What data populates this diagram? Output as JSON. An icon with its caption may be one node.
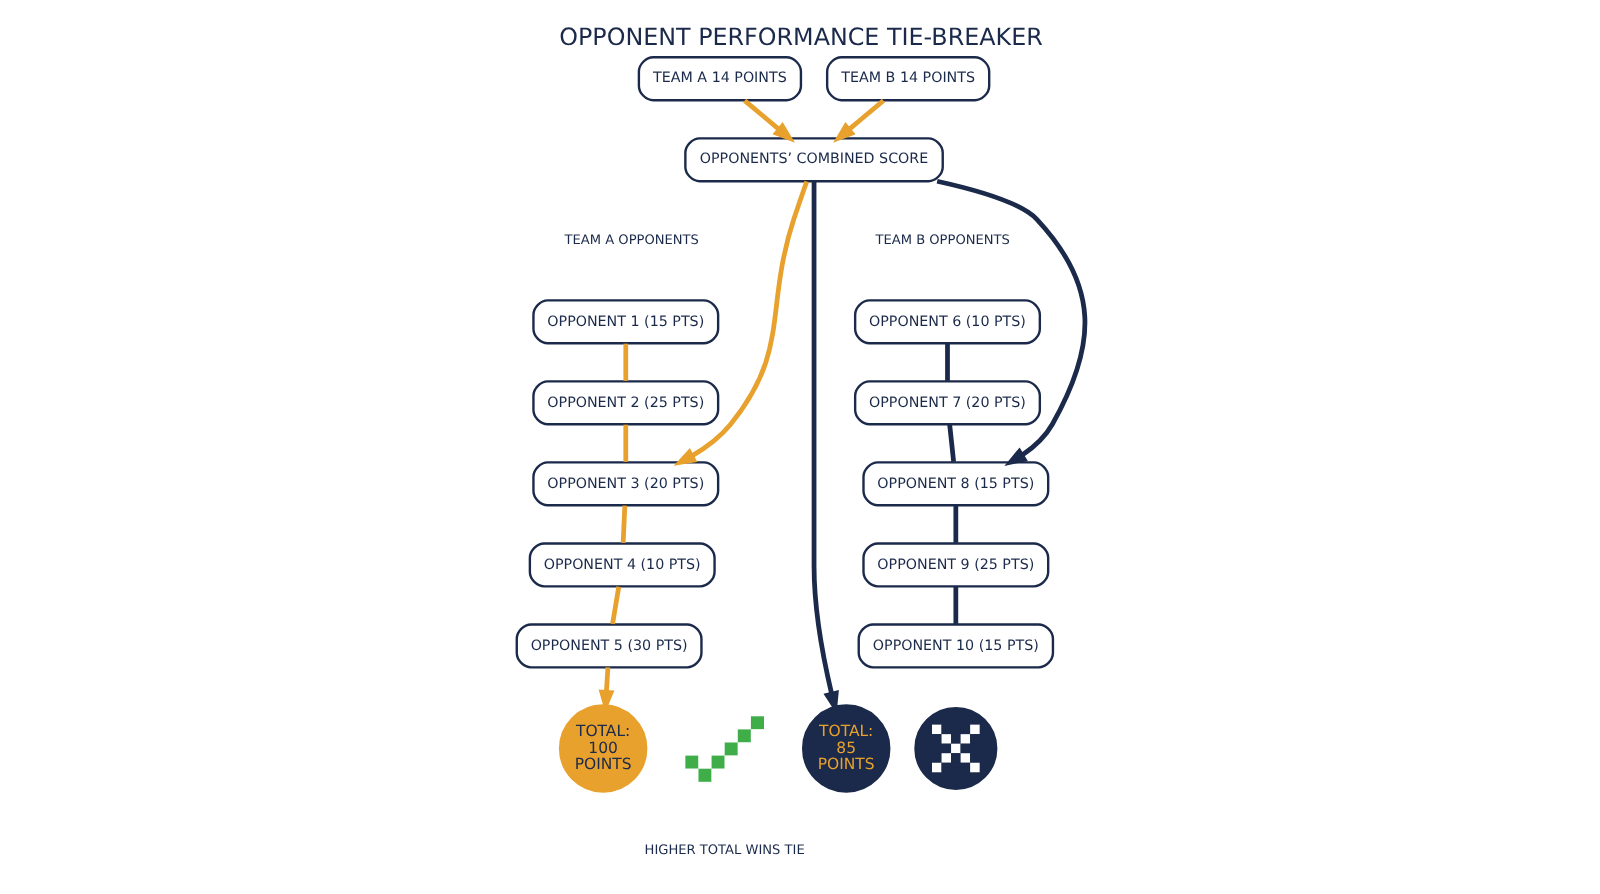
{
  "diagram": {
    "title": "OPPONENT PERFORMANCE TIE-BREAKER",
    "nodes": [
      {
        "text": [
          "TEAM A 14 POINTS"
        ]
      },
      {
        "text": [
          "TEAM B 14 POINTS"
        ]
      },
      {
        "text": [
          "OPPONENTS’ COMBINED SCORE"
        ]
      },
      {
        "text": [
          "OPPONENT 1 (15 PTS)"
        ]
      },
      {
        "text": [
          "OPPONENT 2 (25 PTS)"
        ]
      },
      {
        "text": [
          "OPPONENT 3 (20 PTS)"
        ]
      },
      {
        "text": [
          "OPPONENT 4 (10 PTS)"
        ]
      },
      {
        "text": [
          "OPPONENT 5 (30 PTS)"
        ]
      },
      {
        "text": [
          "OPPONENT 6 (10 PTS)"
        ]
      },
      {
        "text": [
          "OPPONENT 7 (20 PTS)"
        ]
      },
      {
        "text": [
          "OPPONENT 8 (15 PTS)"
        ]
      },
      {
        "text": [
          "OPPONENT 9 (25 PTS)"
        ]
      },
      {
        "text": [
          "OPPONENT 10 (15 PTS)"
        ]
      },
      {
        "text": [
          "TOTAL: 100 POINTS"
        ]
      },
      {
        "text": [],
        "shape": "check"
      },
      {
        "text": [
          "TOTAL: 85 POINTS"
        ]
      },
      {
        "text": [],
        "shape": "cross"
      }
    ],
    "edges": [
      {
        "from": 0,
        "to": 2,
        "arrow": "to"
      },
      {
        "from": 1,
        "to": 2,
        "arrow": "to"
      },
      {
        "from": 2,
        "to": 5,
        "arrow": "to"
      },
      {
        "from": 2,
        "to": 10,
        "arrow": "to",
        "color": "#1b2a4a"
      },
      {
        "from": 2,
        "to": 15,
        "arrow": "to",
        "color": "#1b2a4a"
      },
      {
        "from": 3,
        "to": 4,
        "arrow": "none"
      },
      {
        "from": 4,
        "to": 5,
        "arrow": "none"
      },
      {
        "from": 5,
        "to": 6,
        "arrow": "none"
      },
      {
        "from": 6,
        "to": 7,
        "arrow": "none"
      },
      {
        "from": 7,
        "to": 13,
        "arrow": "to"
      },
      {
        "from": 8,
        "to": 9,
        "arrow": "none",
        "color": "#1b2a4a"
      },
      {
        "from": 9,
        "to": 10,
        "arrow": "none",
        "color": "#1b2a4a"
      },
      {
        "from": 10,
        "to": 11,
        "arrow": "none",
        "color": "#1b2a4a"
      },
      {
        "from": 11,
        "to": 12,
        "arrow": "none",
        "color": "#1b2a4a"
      }
    ],
    "labels": [
      "TEAM A OPPONENTS",
      "TEAM B OPPONENTS",
      "HIGHER TOTAL WINS TIE"
    ]
  }
}
